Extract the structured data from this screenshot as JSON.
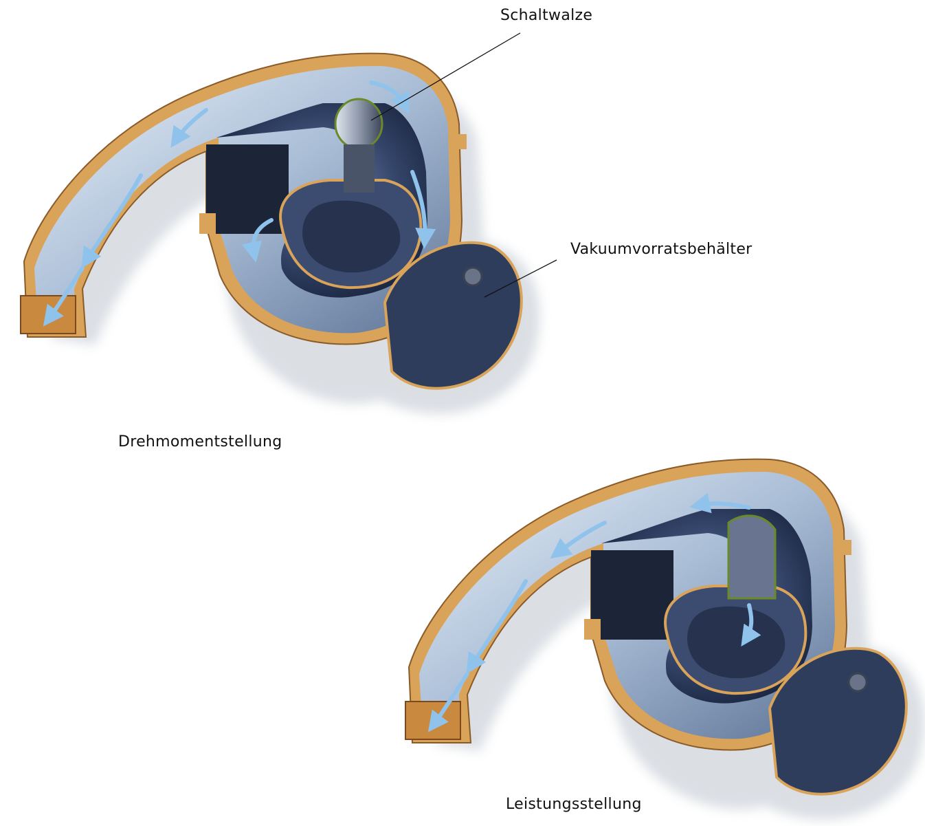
{
  "labels": {
    "schaltwalze": "Schaltwalze",
    "vakuum": "Vakuumvorratsbehälter",
    "drehmoment": "Drehmomentstellung",
    "leistung": "Leistungsstellung"
  },
  "colors": {
    "housing": "#d9a35a",
    "housing_dark": "#8a5a28",
    "interior": "#2e3c5a",
    "airflow": "#c8dcf0",
    "arrow": "#8fc3ec",
    "valve": "#6a8a2a"
  }
}
